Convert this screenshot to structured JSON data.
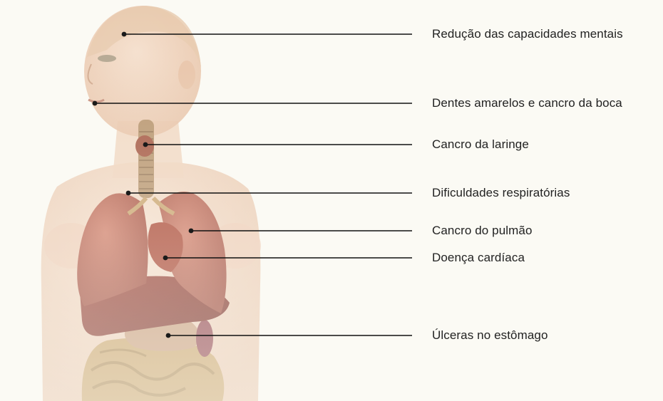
{
  "colors": {
    "background": "#fbfaf4",
    "skin": "#f0d3bc",
    "lung": "#b55a4a",
    "liver": "#8c3328",
    "intestine": "#c9a467",
    "leader_line": "#111111"
  },
  "labels": [
    {
      "id": "brain",
      "text": "Redução das capacidades mentais"
    },
    {
      "id": "mouth",
      "text": "Dentes amarelos e cancro da boca"
    },
    {
      "id": "larynx",
      "text": "Cancro da laringe"
    },
    {
      "id": "breathing",
      "text": "Dificuldades respiratórias"
    },
    {
      "id": "lung",
      "text": "Cancro do pulmão"
    },
    {
      "id": "heart",
      "text": "Doença cardíaca"
    },
    {
      "id": "stomach",
      "text": "Úlceras no estômago"
    }
  ]
}
